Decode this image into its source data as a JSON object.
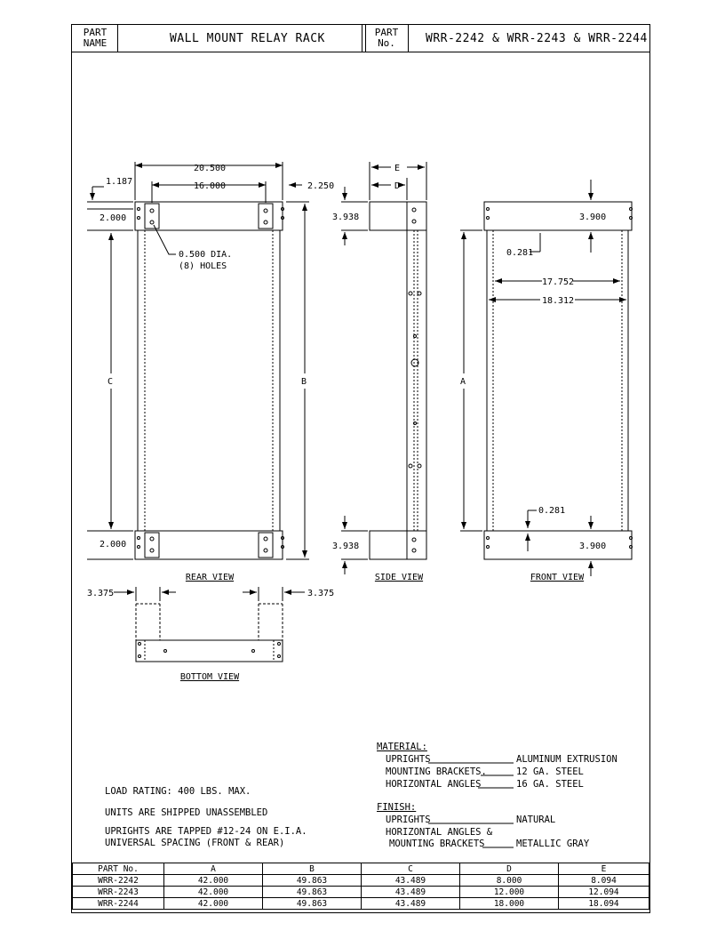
{
  "title_block": {
    "part_name_label_1": "PART",
    "part_name_label_2": "NAME",
    "part_name": "WALL MOUNT RELAY RACK",
    "part_no_label_1": "PART",
    "part_no_label_2": "No.",
    "part_no": "WRR-2242 & WRR-2243 & WRR-2244"
  },
  "rear_view": {
    "caption": "REAR VIEW",
    "dim_top_overall": "20.500",
    "dim_top_inner": "16.000",
    "dim_top_offset": "1.187",
    "dim_right_offset": "2.250",
    "dim_bracket_top": "2.000",
    "dim_bracket_bottom": "2.000",
    "dim_c": "C",
    "dim_b": "B",
    "hole_note_1": "0.500 DIA.",
    "hole_note_2": "(8) HOLES"
  },
  "side_view": {
    "caption": "SIDE VIEW",
    "dim_e": "E",
    "dim_d": "D",
    "dim_top": "3.938",
    "dim_bottom": "3.938"
  },
  "front_view": {
    "caption": "FRONT VIEW",
    "dim_top": "3.900",
    "dim_bottom": "3.900",
    "dim_inset_top": "0.281",
    "dim_inset_bottom": "0.281",
    "dim_inner": "17.752",
    "dim_outer": "18.312",
    "dim_a": "A"
  },
  "bottom_view": {
    "caption": "BOTTOM VIEW",
    "dim_left": "3.375",
    "dim_right": "3.375"
  },
  "notes": {
    "load": "LOAD RATING:  400 LBS. MAX.",
    "shipped": "UNITS ARE SHIPPED UNASSEMBLED",
    "tapped_1": "UPRIGHTS ARE TAPPED #12-24 ON E.I.A.",
    "tapped_2": "UNIVERSAL SPACING (FRONT & REAR)"
  },
  "material": {
    "heading": "MATERIAL:",
    "rows": [
      {
        "item": "UPRIGHTS",
        "value": "ALUMINUM EXTRUSION"
      },
      {
        "item": "MOUNTING BRACKETS.",
        "value": "12 GA. STEEL"
      },
      {
        "item": "HORIZONTAL ANGLES",
        "value": "16 GA. STEEL"
      }
    ]
  },
  "finish": {
    "heading": "FINISH:",
    "rows": [
      {
        "item": "UPRIGHTS",
        "value": "NATURAL"
      },
      {
        "item": "HORIZONTAL ANGLES &",
        "value": ""
      },
      {
        "item": "MOUNTING BRACKETS",
        "value": "METALLIC GRAY"
      }
    ]
  },
  "table": {
    "headers": [
      "PART No.",
      "A",
      "B",
      "C",
      "D",
      "E"
    ],
    "rows": [
      [
        "WRR-2242",
        "42.000",
        "49.863",
        "43.489",
        "8.000",
        "8.094"
      ],
      [
        "WRR-2243",
        "42.000",
        "49.863",
        "43.489",
        "12.000",
        "12.094"
      ],
      [
        "WRR-2244",
        "42.000",
        "49.863",
        "43.489",
        "18.000",
        "18.094"
      ]
    ]
  }
}
